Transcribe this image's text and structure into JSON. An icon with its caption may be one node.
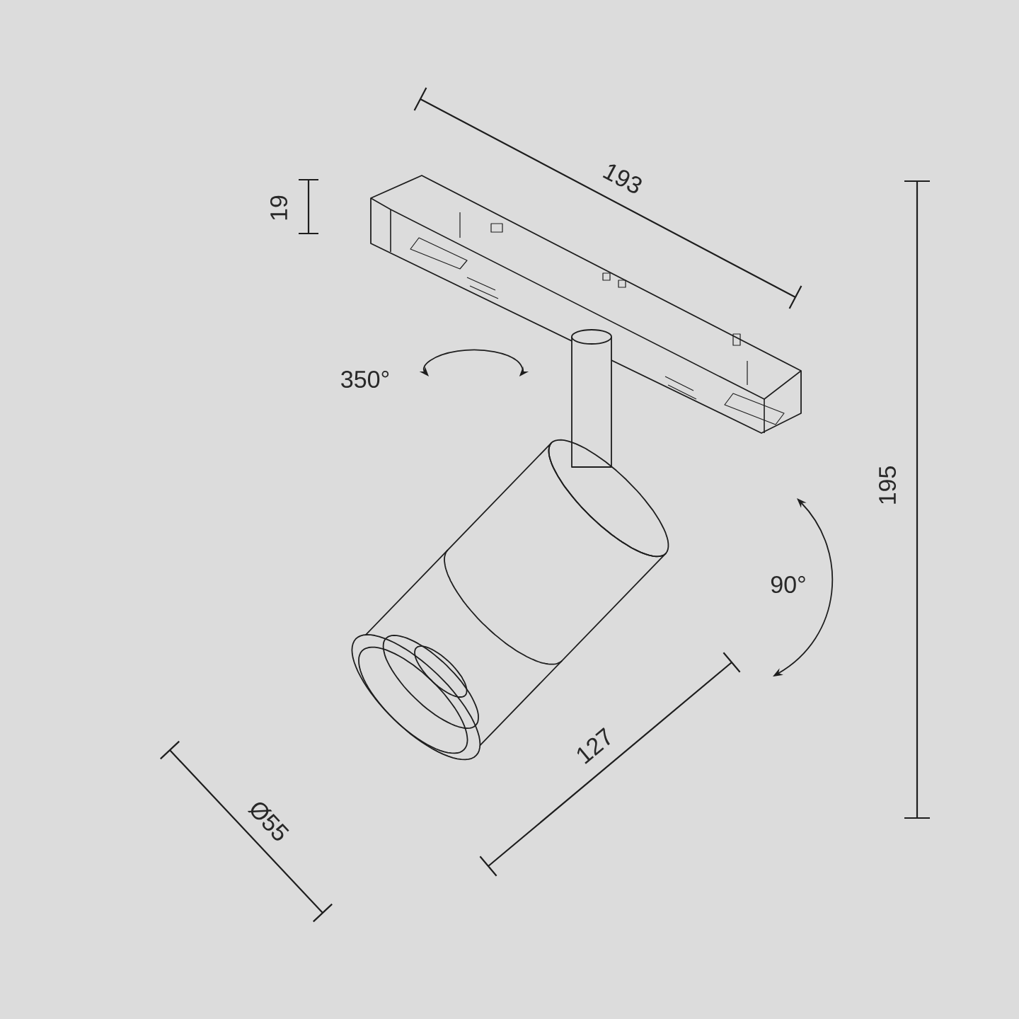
{
  "diagram": {
    "labels": [
      "193",
      "19",
      "350°",
      "195",
      "90°",
      "127",
      "Ø55"
    ]
  }
}
